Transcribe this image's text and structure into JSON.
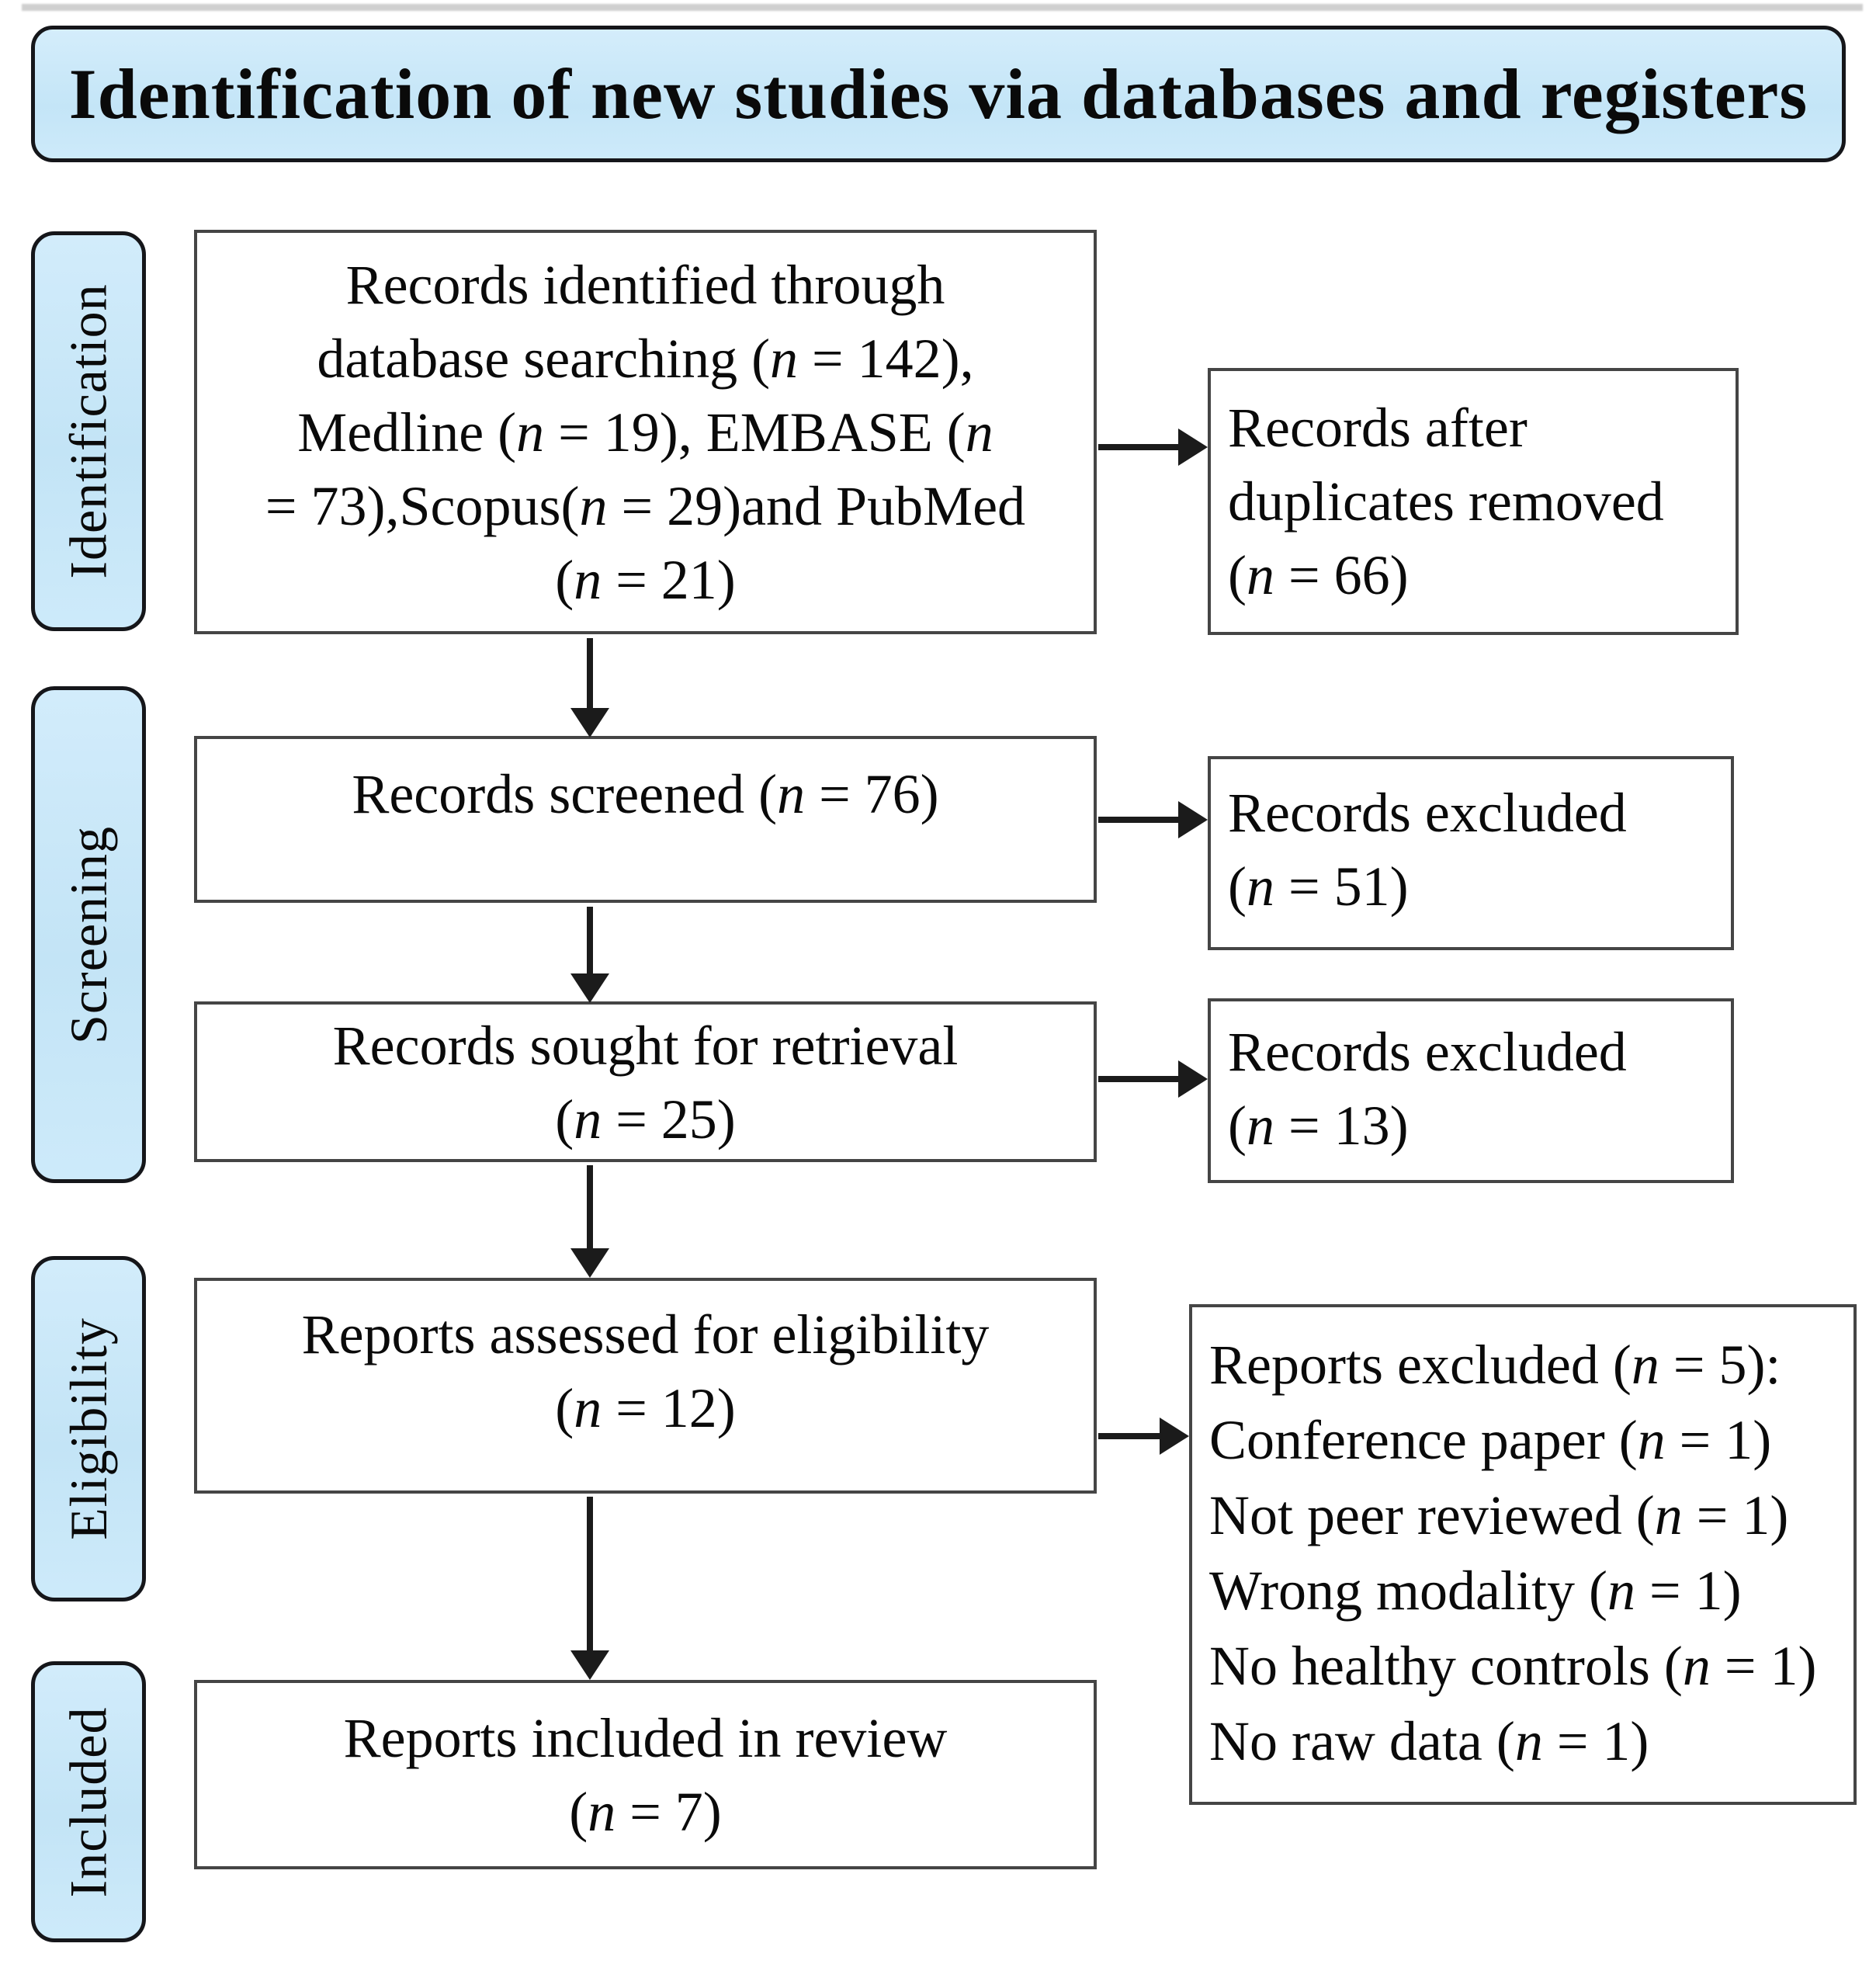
{
  "title": "Identification of new studies via databases and registers",
  "stages": [
    {
      "label": "Identification"
    },
    {
      "label": "Screening"
    },
    {
      "label": "Eligibility"
    },
    {
      "label": "Included"
    }
  ],
  "flow": {
    "identified": {
      "lines": [
        "Records identified through",
        "database searching (n = 142),",
        "Medline (n = 19), EMBASE (n",
        "= 73),Scopus(n = 29)and PubMed",
        "(n = 21)"
      ]
    },
    "screened": {
      "lines": [
        "Records screened (n = 76)"
      ]
    },
    "retrieval": {
      "lines": [
        "Records sought for retrieval",
        "(n = 25)"
      ]
    },
    "assessed": {
      "lines": [
        "Reports assessed for eligibility",
        "(n = 12)"
      ]
    },
    "included": {
      "lines": [
        "Reports included in review",
        "(n = 7)"
      ]
    }
  },
  "side": {
    "duplicates_removed": {
      "lines": [
        "Records after",
        "duplicates removed",
        "(n = 66)"
      ]
    },
    "excluded_screening": {
      "lines": [
        "Records excluded",
        "(n = 51)"
      ]
    },
    "excluded_retrieval": {
      "lines": [
        "Records excluded",
        "(n = 13)"
      ]
    },
    "excluded_reports": {
      "lines": [
        "Reports excluded (n = 5):",
        "Conference paper (n = 1)",
        "Not peer reviewed (n = 1)",
        "Wrong modality (n = 1)",
        "No healthy controls (n = 1)",
        "No raw data (n = 1)"
      ]
    }
  },
  "colors": {
    "stage_fill": "#c9e7f8",
    "stage_border": "#15161a",
    "box_border": "#454545",
    "arrow": "#1b1b1b",
    "text": "#0a0a0a",
    "background": "#ffffff"
  }
}
